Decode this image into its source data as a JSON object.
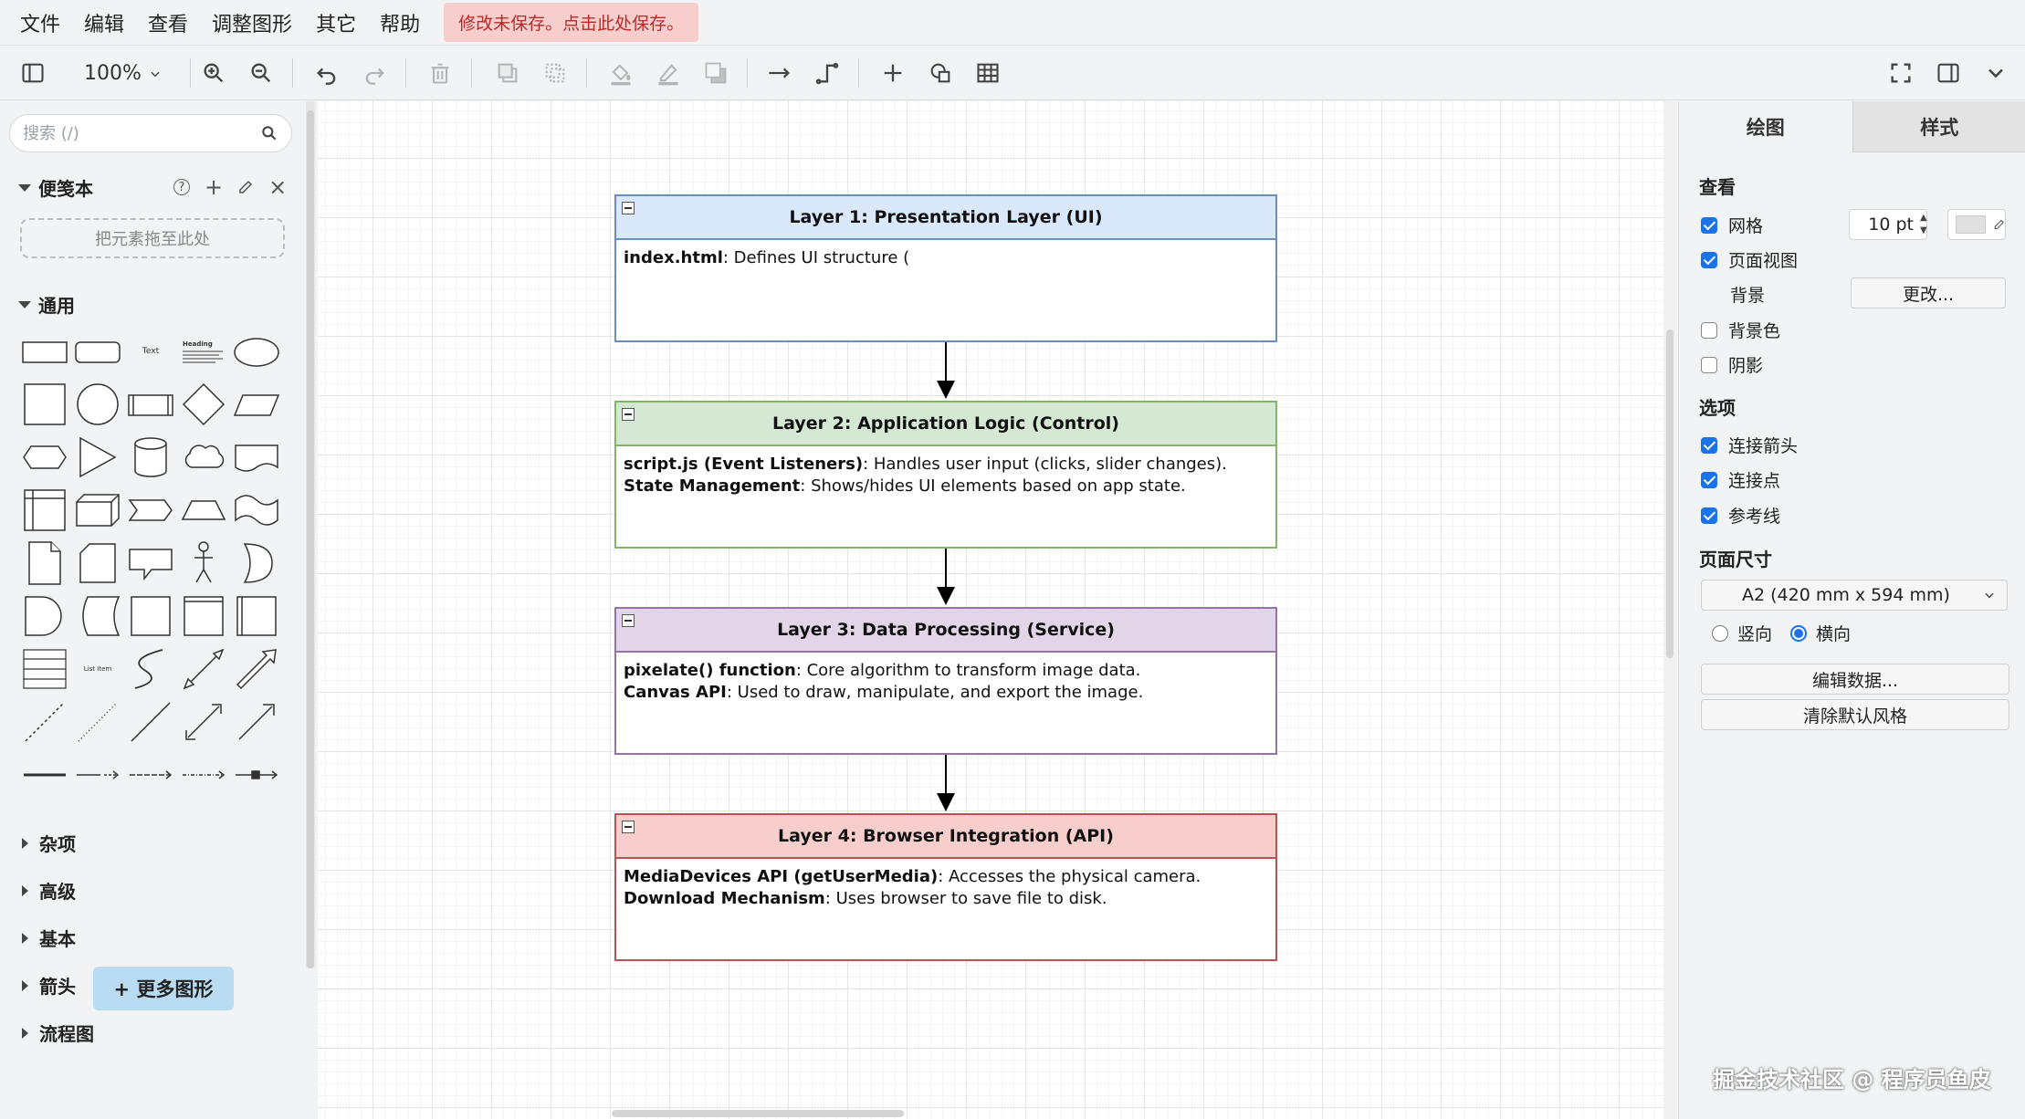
{
  "menu": {
    "items": [
      "文件",
      "编辑",
      "查看",
      "调整图形",
      "其它",
      "帮助"
    ],
    "unsaved": "修改未保存。点击此处保存。"
  },
  "toolbar": {
    "zoom": "100%"
  },
  "left": {
    "search_placeholder": "搜索 (/)",
    "scratchpad": {
      "title": "便笺本",
      "help": "?",
      "add": "+",
      "close": "×",
      "dropzone": "把元素拖至此处"
    },
    "general_title": "通用",
    "shape_labels": {
      "text": "Text",
      "heading": "Heading",
      "list_item": "List Item"
    },
    "collapsed_sections": [
      "杂项",
      "高级",
      "基本",
      "箭头",
      "流程图"
    ],
    "more_shapes": "+ 更多图形"
  },
  "diagram": {
    "layers": [
      {
        "title": "Layer 1: Presentation Layer (UI)",
        "lines": [
          {
            "bold": "index.html",
            "text": ": Defines UI structure ("
          }
        ]
      },
      {
        "title": "Layer 2: Application Logic (Control)",
        "lines": [
          {
            "bold": "script.js (Event Listeners)",
            "text": ": Handles user input (clicks, slider changes)."
          },
          {
            "bold": "State Management",
            "text": ": Shows/hides UI elements based on app state."
          }
        ]
      },
      {
        "title": "Layer 3: Data Processing (Service)",
        "lines": [
          {
            "bold": "pixelate() function",
            "text": ": Core algorithm to transform image data."
          },
          {
            "bold": "Canvas API",
            "text": ": Used to draw, manipulate, and export the image."
          }
        ]
      },
      {
        "title": "Layer 4: Browser Integration (API)",
        "lines": [
          {
            "bold": "MediaDevices API (getUserMedia)",
            "text": ": Accesses the physical camera."
          },
          {
            "bold": "Download Mechanism",
            "text": ": Uses browser to save file to disk."
          }
        ]
      }
    ]
  },
  "right": {
    "tabs": [
      "绘图",
      "样式"
    ],
    "view_section": "查看",
    "grid_label": "网格",
    "grid_size": "10 pt",
    "page_view_label": "页面视图",
    "background_label": "背景",
    "change_button": "更改...",
    "bg_color_label": "背景色",
    "shadow_label": "阴影",
    "options_section": "选项",
    "connection_arrows": "连接箭头",
    "connection_points": "连接点",
    "guides": "参考线",
    "page_size_section": "页面尺寸",
    "page_size_value": "A2 (420 mm x 594 mm)",
    "portrait": "竖向",
    "landscape": "横向",
    "edit_data": "编辑数据...",
    "clear_style": "清除默认风格",
    "checks": {
      "grid": true,
      "page_view": true,
      "bg_color": false,
      "shadow": false,
      "conn_arrows": true,
      "conn_points": true,
      "guides": true
    },
    "orientation": "landscape"
  },
  "watermark": "掘金技术社区 @ 程序员鱼皮",
  "colors": {
    "layer1_fill": "#dae8fc",
    "layer1_stroke": "#6c8ebf",
    "layer2_fill": "#d5e8d4",
    "layer2_stroke": "#82b366",
    "layer3_fill": "#e1d5e7",
    "layer3_stroke": "#9673a6",
    "layer4_fill": "#f8cecc",
    "layer4_stroke": "#b85450",
    "accent": "#1a73e8"
  }
}
